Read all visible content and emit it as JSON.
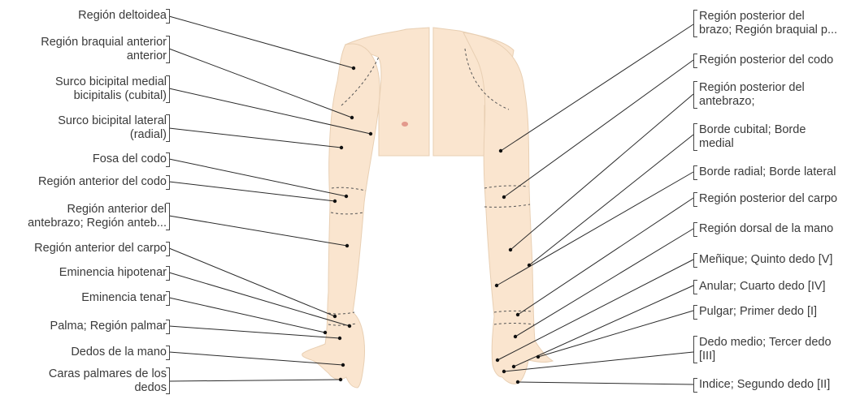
{
  "left_labels": [
    {
      "text": "Región deltoidea"
    },
    {
      "text": "Región braquial anterior\nanterior"
    },
    {
      "text": "Surco bicipital medial\nbicipitalis (cubital)"
    },
    {
      "text": "Surco bicipital lateral\n(radial)"
    },
    {
      "text": "Fosa del codo"
    },
    {
      "text": "Región anterior del codo"
    },
    {
      "text": "Región anterior del\nantebrazo; Región anteb..."
    },
    {
      "text": "Región anterior del carpo"
    },
    {
      "text": "Eminencia hipotenar"
    },
    {
      "text": "Eminencia tenar"
    },
    {
      "text": "Palma; Región palmar"
    },
    {
      "text": "Dedos de la mano"
    },
    {
      "text": "Caras palmares de los\ndedos"
    }
  ],
  "right_labels": [
    {
      "text": "Región posterior del\nbrazo; Región braquial p..."
    },
    {
      "text": "Región posterior del codo"
    },
    {
      "text": "Región posterior del\nantebrazo;"
    },
    {
      "text": "Borde cubital; Borde\nmedial"
    },
    {
      "text": "Borde radial; Borde lateral"
    },
    {
      "text": "Región posterior del carpo"
    },
    {
      "text": "Región dorsal de la mano"
    },
    {
      "text": "Meñique; Quinto dedo [V]"
    },
    {
      "text": "Anular; Cuarto dedo [IV]"
    },
    {
      "text": "Pulgar; Primer dedo [I]"
    },
    {
      "text": "Dedo medio; Tercer dedo\n[III]"
    },
    {
      "text": "Indice; Segundo dedo [II]"
    }
  ],
  "colors": {
    "skin": "#fae5cf",
    "skin_edge": "#e2bf9d",
    "line": "#2a2a2a",
    "nipple": "#e39a8d"
  }
}
